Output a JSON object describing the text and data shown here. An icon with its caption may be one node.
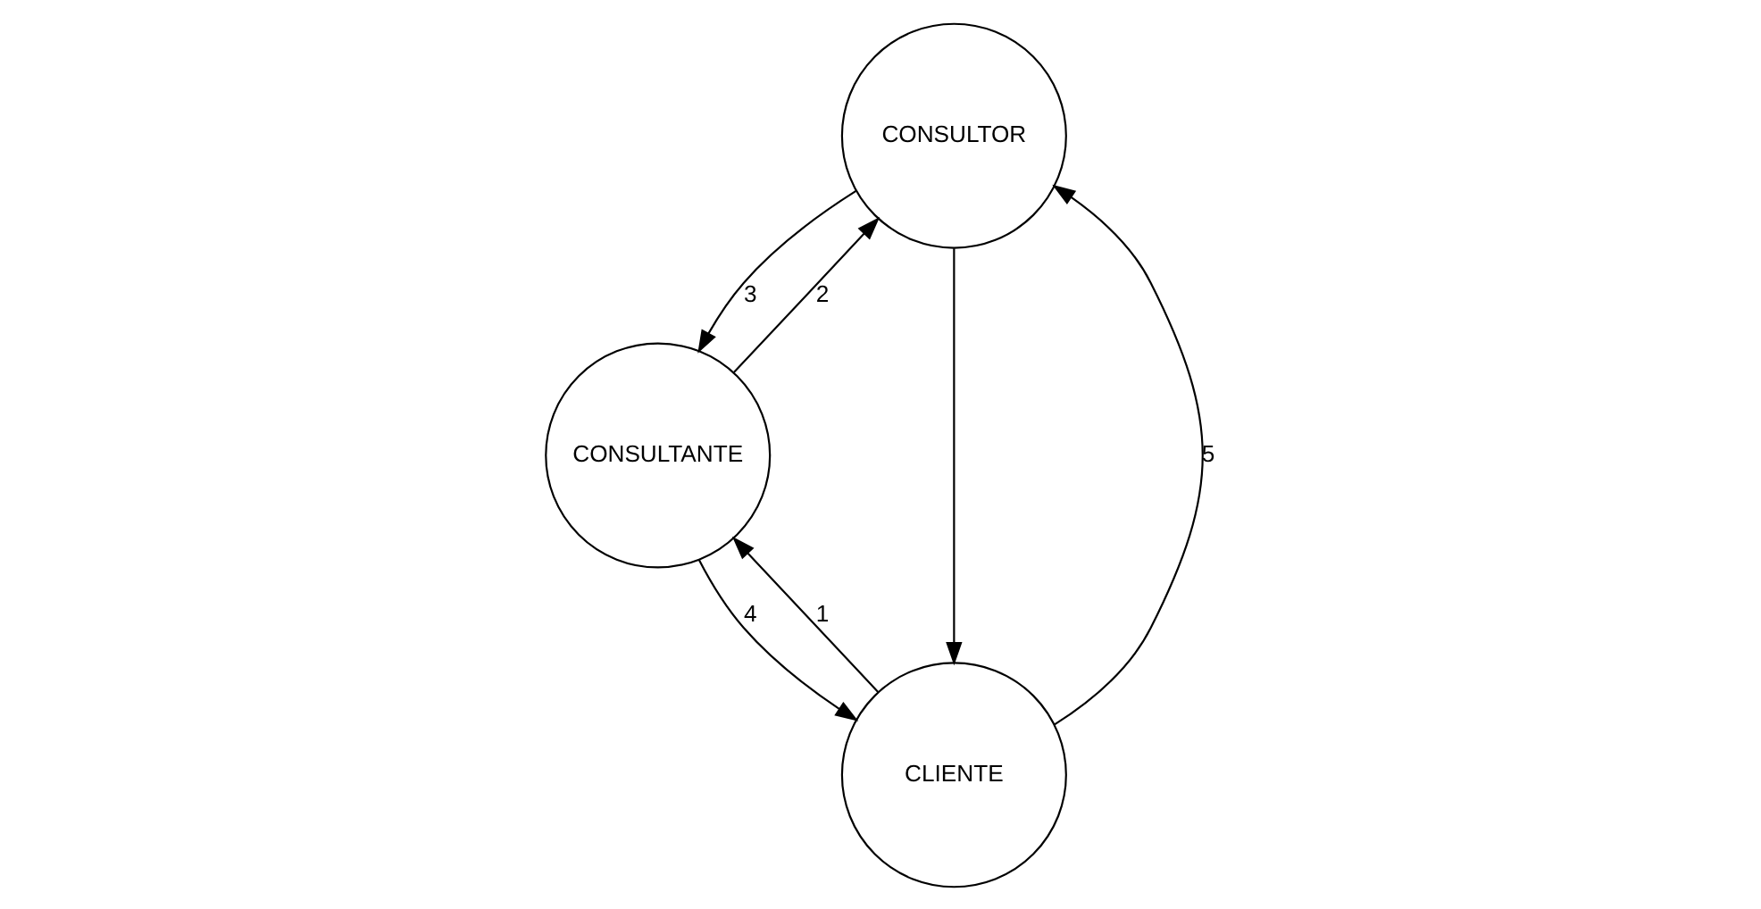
{
  "diagram": {
    "nodes": [
      {
        "text": [
          "CONSULTOR"
        ]
      },
      {
        "text": [
          "CONSULTANTE"
        ]
      },
      {
        "text": [
          "CLIENTE"
        ]
      }
    ],
    "edges": [
      {
        "from": 2,
        "to": 1,
        "arrow": "to",
        "label": "1"
      },
      {
        "from": 1,
        "to": 0,
        "arrow": "to",
        "label": "2"
      },
      {
        "from": 0,
        "to": 1,
        "arrow": "to",
        "label": "3"
      },
      {
        "from": 1,
        "to": 2,
        "arrow": "to",
        "label": "4"
      },
      {
        "from": 2,
        "to": 0,
        "arrow": "to",
        "label": "5"
      },
      {
        "from": 0,
        "to": 2,
        "arrow": "to"
      }
    ]
  }
}
